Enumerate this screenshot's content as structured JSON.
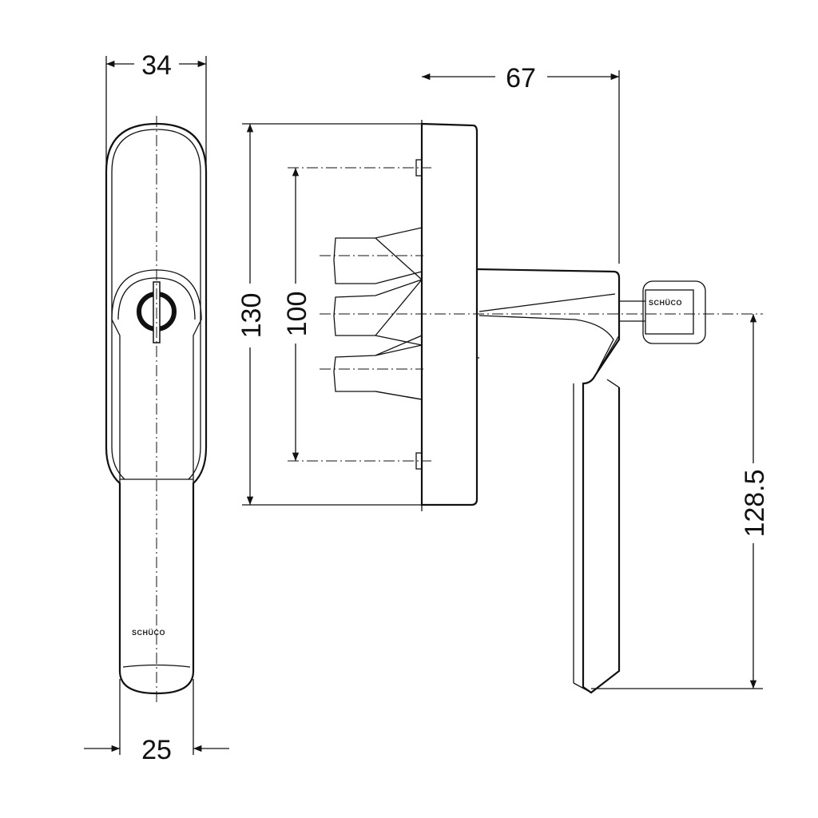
{
  "dimensions": {
    "front_width_top": "34",
    "front_width_bottom": "25",
    "side_depth": "67",
    "rose_height": "130",
    "spindle_spacing": "100",
    "handle_length": "128.5"
  },
  "logo_text": "SCHÜCO",
  "colors": {
    "line": "#111111",
    "background": "#ffffff"
  }
}
